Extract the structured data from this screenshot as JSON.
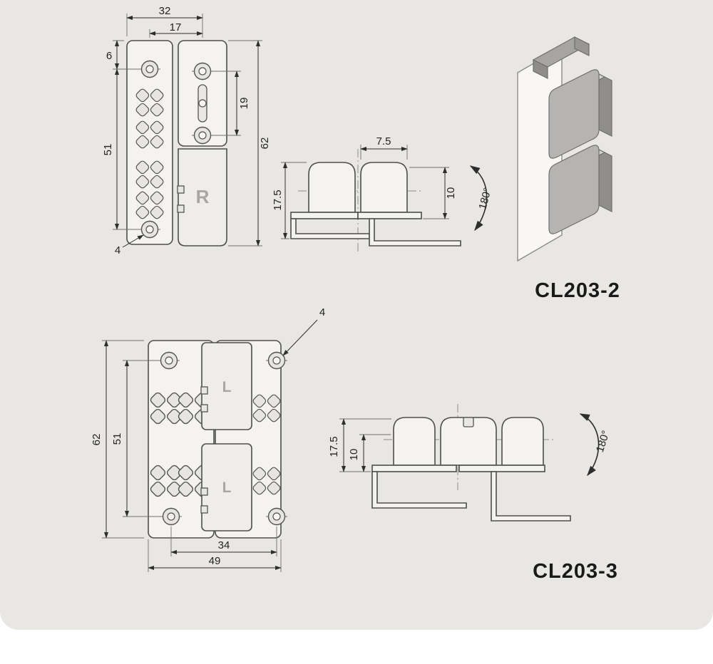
{
  "page": {
    "background": "#e9e7e4"
  },
  "cl203_2": {
    "label": "CL203-2",
    "front": {
      "dim_width": "32",
      "dim_hole_span": "17",
      "dim_top_offset": "6",
      "dim_hole_pitch": "51",
      "dim_height": "62",
      "dim_plate_pitch": "19",
      "dim_hole_dia": "4",
      "marking": "R"
    },
    "side": {
      "dim_knuckle_width": "7.5",
      "dim_height": "17.5",
      "dim_offset": "10",
      "rotation_range": "180°"
    }
  },
  "cl203_3": {
    "label": "CL203-3",
    "front": {
      "dim_hole_dia": "4",
      "dim_height": "62",
      "dim_hole_pitch_v": "51",
      "dim_hole_pitch_h": "34",
      "dim_width": "49",
      "marking_top": "L",
      "marking_bottom": "L"
    },
    "side": {
      "dim_height": "17.5",
      "dim_offset": "10",
      "rotation_range": "180°"
    }
  }
}
